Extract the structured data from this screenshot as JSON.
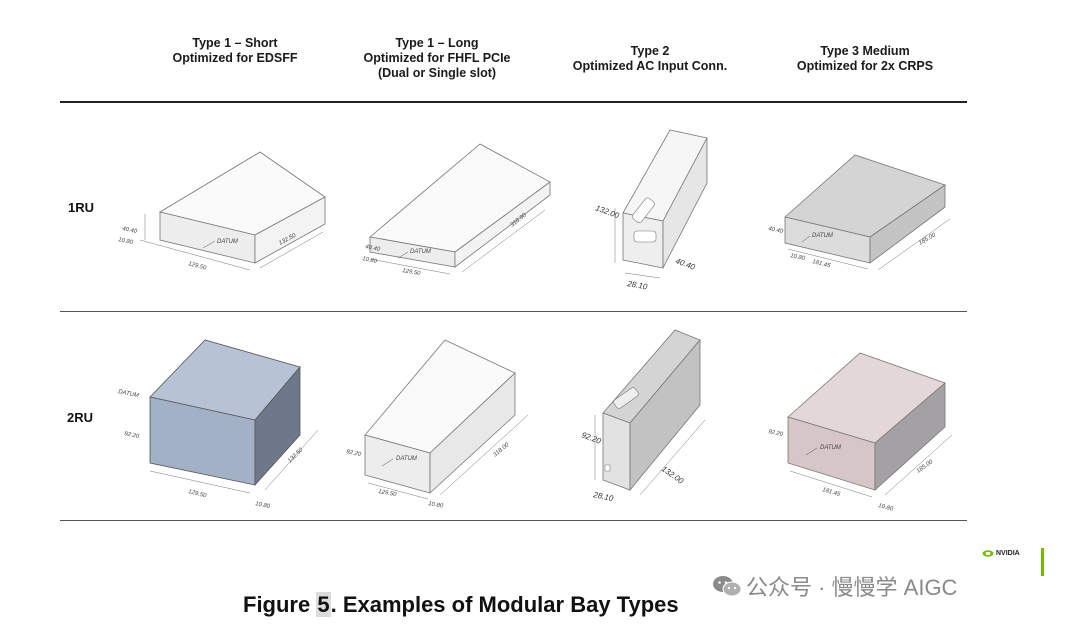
{
  "columns": [
    {
      "line1": "Type 1 – Short",
      "line2": "Optimized for EDSFF",
      "line3": ""
    },
    {
      "line1": "Type 1 – Long",
      "line2": "Optimized for FHFL PCIe",
      "line3": "(Dual or Single slot)"
    },
    {
      "line1": "Type 2",
      "line2": "Optimized AC Input Conn.",
      "line3": ""
    },
    {
      "line1": "Type 3 Medium",
      "line2": "Optimized for 2x CRPS",
      "line3": ""
    }
  ],
  "rows": [
    {
      "label": "1RU"
    },
    {
      "label": "2RU"
    }
  ],
  "dimensions": {
    "r1c1": {
      "h": "40.40",
      "w": "129.50",
      "d": "132.50",
      "t": "10.80",
      "datum": "DATUM"
    },
    "r1c2": {
      "h": "40.40",
      "w": "129.50",
      "d": "318.00",
      "t": "10.80",
      "datum": "DATUM"
    },
    "r1c3": {
      "h": "132.00",
      "w": "28.10",
      "d": "40.40"
    },
    "r1c4": {
      "h": "40.40",
      "w": "181.45",
      "d": "185.00",
      "t": "10.80",
      "datum": "DATUM"
    },
    "r2c1": {
      "h": "92.20",
      "w": "129.50",
      "d": "132.50",
      "t": "10.80",
      "datum": "DATUM"
    },
    "r2c2": {
      "h": "92.20",
      "w": "129.50",
      "d": "318.00",
      "t": "10.80",
      "datum": "DATUM"
    },
    "r2c3": {
      "h": "92.20",
      "w": "28.10",
      "d": "132.00"
    },
    "r2c4": {
      "h": "92.20",
      "w": "181.45",
      "d": "185.00",
      "t": "10.80",
      "datum": "DATUM"
    }
  },
  "caption": {
    "prefix": "Figure ",
    "number": "5",
    "rest": ".  Examples of Modular Bay Types"
  },
  "watermark": {
    "icon": "wechat-icon",
    "text": "公众号 · 慢慢学 AIGC"
  },
  "brand": {
    "text": "NVIDIA",
    "icon": "nvidia-eye-icon",
    "color": "#76b900"
  },
  "colors": {
    "box_light": "#f4f4f4",
    "box_blue": "#a9b7cc",
    "box_pink": "#d8c9cb",
    "box_gray": "#cfcfcf",
    "accent": "#76b900"
  }
}
